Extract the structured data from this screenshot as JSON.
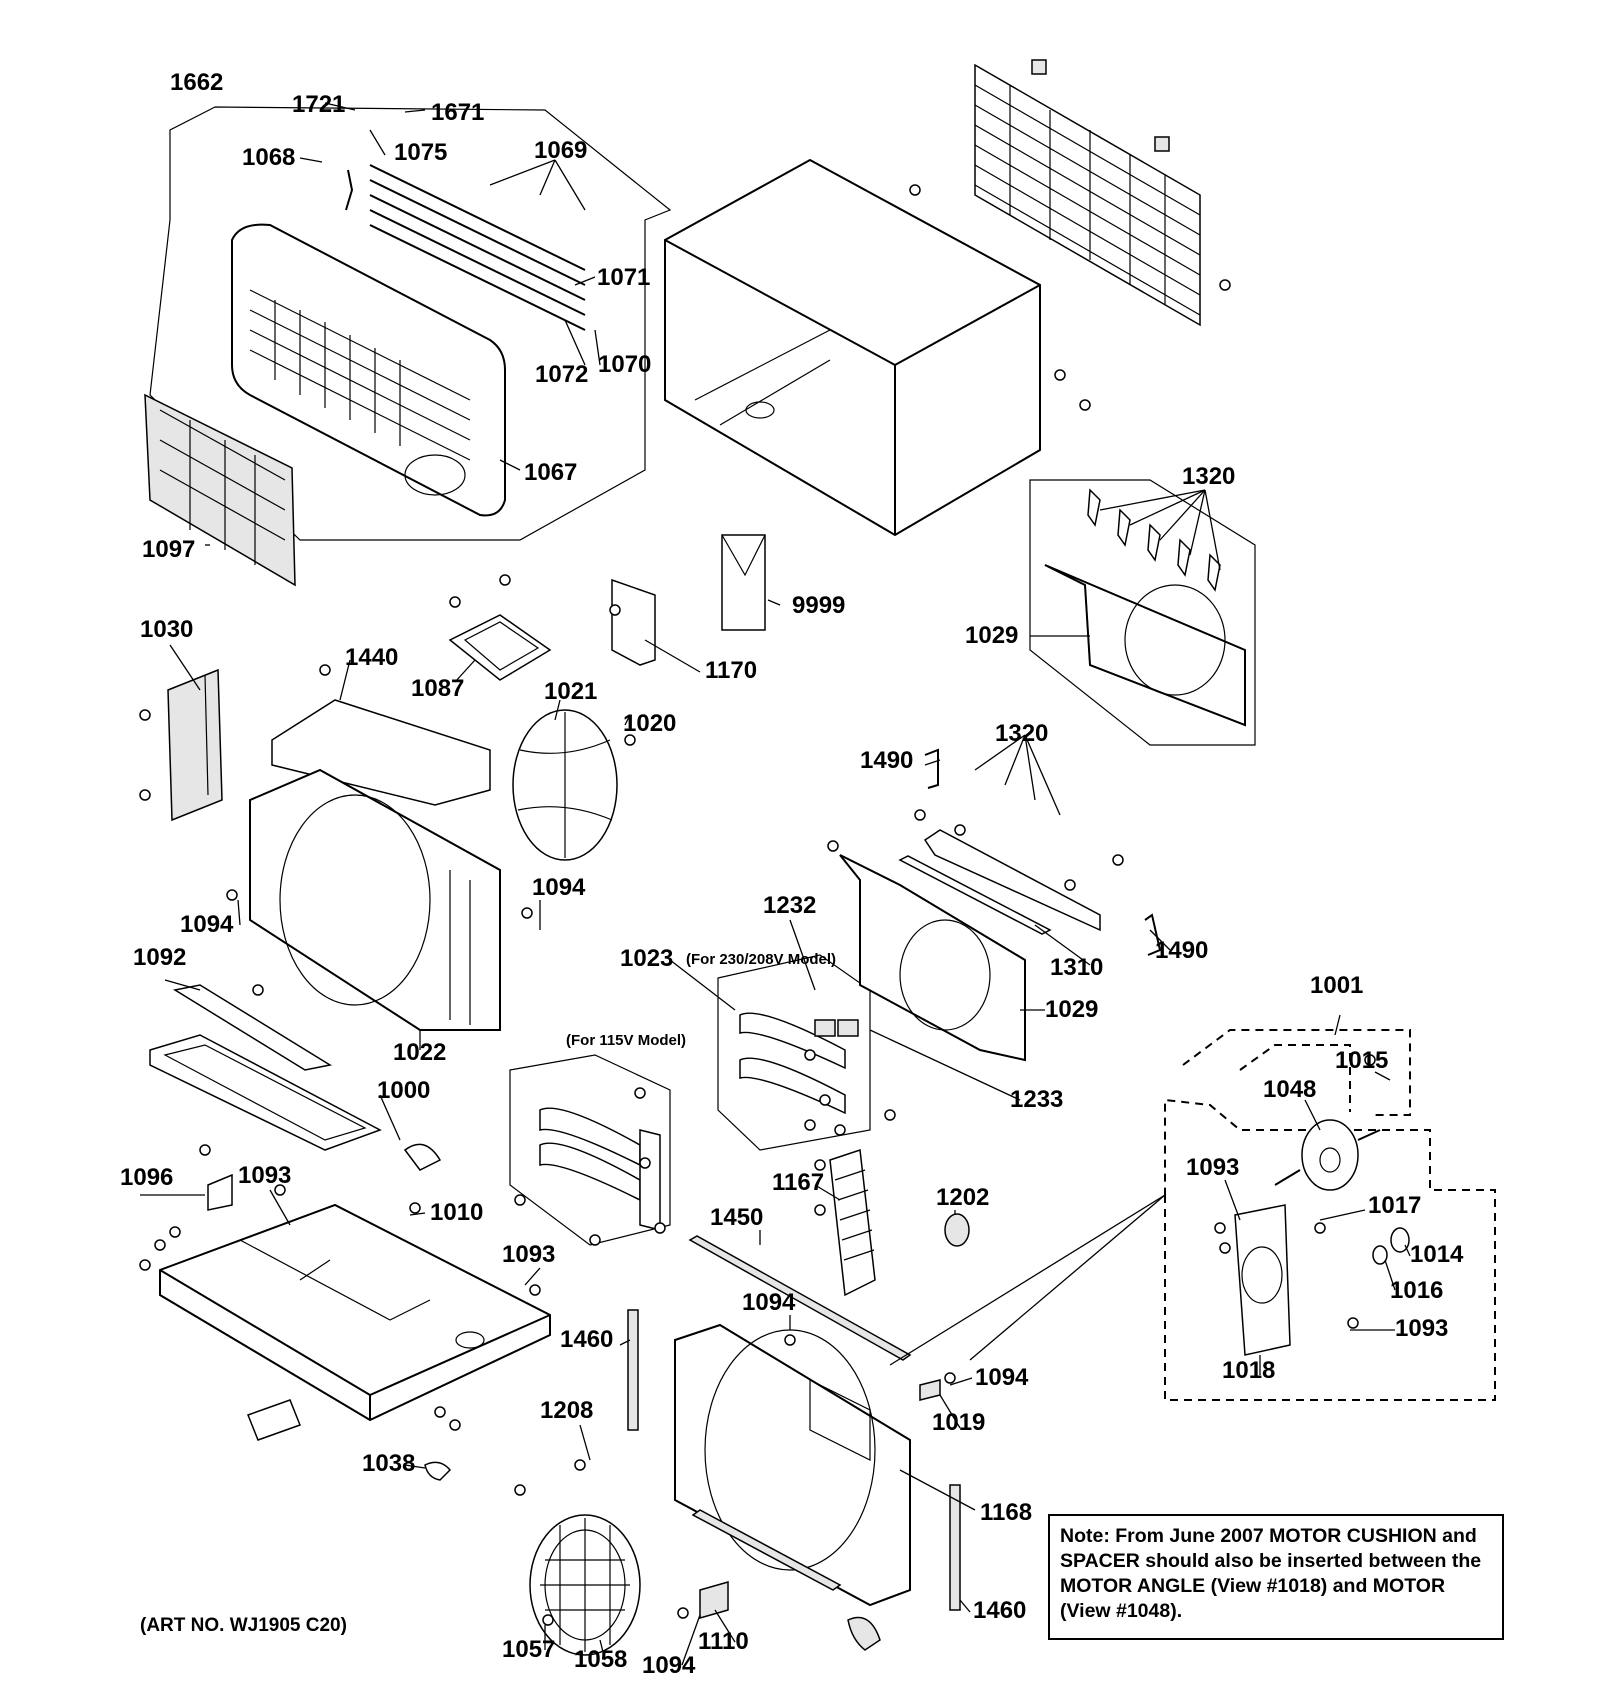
{
  "labels": {
    "l1662": "1662",
    "l1721": "1721",
    "l1671": "1671",
    "l1075": "1075",
    "l1068": "1068",
    "l1069": "1069",
    "l1071": "1071",
    "l1072": "1072",
    "l1070": "1070",
    "l1067": "1067",
    "l1097": "1097",
    "l1320a": "1320",
    "l1029a": "1029",
    "l9999": "9999",
    "l1170": "1170",
    "l1087": "1087",
    "l1440": "1440",
    "l1030": "1030",
    "l1021": "1021",
    "l1020": "1020",
    "l1490a": "1490",
    "l1320b": "1320",
    "l1094a": "1094",
    "l1094b": "1094",
    "l1232": "1232",
    "l1023": "1023",
    "l1310": "1310",
    "l1490b": "1490",
    "l1029b": "1029",
    "l1092": "1092",
    "l1022": "1022",
    "l1000": "1000",
    "l1233": "1233",
    "l1001": "1001",
    "l1015": "1015",
    "l1048": "1048",
    "l1096": "1096",
    "l1093a": "1093",
    "l1010": "1010",
    "l1167": "1167",
    "l1202": "1202",
    "l1093b": "1093",
    "l1017": "1017",
    "l1450": "1450",
    "l1014": "1014",
    "l1093c": "1093",
    "l1016": "1016",
    "l1094c": "1094",
    "l1093d": "1093",
    "l1460a": "1460",
    "l1018": "1018",
    "l1094d": "1094",
    "l1208": "1208",
    "l1019": "1019",
    "l1038": "1038",
    "l1168": "1168",
    "l1460b": "1460",
    "l1057": "1057",
    "l1058": "1058",
    "l1094e": "1094",
    "l1110": "1110"
  },
  "model_labels": {
    "v230": "(For 230/208V Model)",
    "v115": "(For 115V Model)"
  },
  "art_number": "(ART NO. WJ1905 C20)",
  "note": {
    "line1": "Note: From June 2007 MOTOR CUSHION and",
    "line2": "SPACER should also be inserted between the",
    "line3": "MOTOR ANGLE (View #1018) and MOTOR",
    "line4": "(View #1048)."
  }
}
